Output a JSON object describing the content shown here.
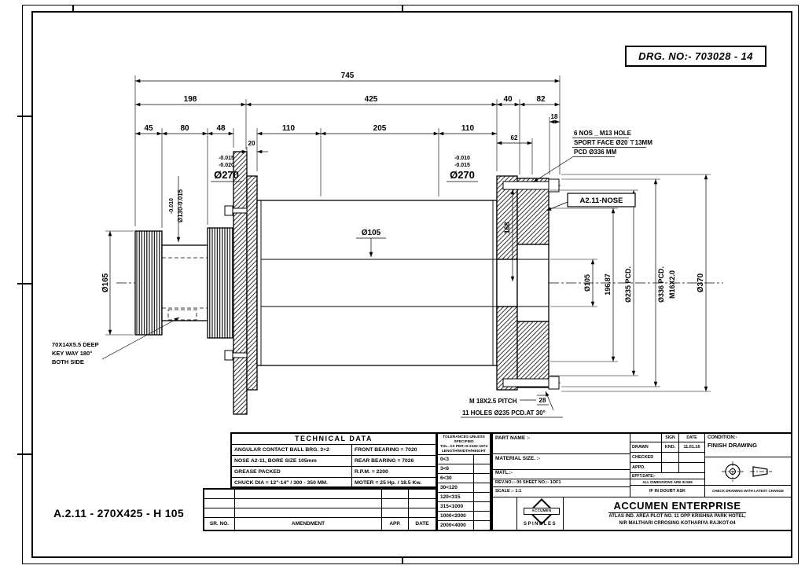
{
  "sheet": {
    "drg_no": "DRG. NO:- 703028 - 14",
    "part_code": "A.2.11 - 270X425 - H 105"
  },
  "dims": {
    "overall": "745",
    "seg198": "198",
    "seg425": "425",
    "seg40": "40",
    "seg82": "82",
    "d45": "45",
    "d80": "80",
    "d48": "48",
    "d20": "20",
    "d110a": "110",
    "d205": "205",
    "d110b": "110",
    "d62": "62",
    "d18": "18",
    "dia270a": "Ø270",
    "dia270a_tol1": "-0.015",
    "dia270a_tol2": "-0.020",
    "dia270b": "Ø270",
    "dia270b_tol1": "-0.010",
    "dia270b_tol2": "-0.015",
    "dia105_bore": "Ø105",
    "dia165": "Ø165",
    "dia130_tol": "-0.010",
    "dia130": "Ø130-0.015",
    "d168": "168",
    "dia105_right": "Ø105",
    "d196_87": "196.87",
    "dia235_pcd": "Ø235 PCD.",
    "dia336_pcd": "Ø336 PCD.",
    "m16": "M16X2.0",
    "dia370": "Ø370",
    "d28": "28"
  },
  "notes": {
    "m13_line1": "6 NOS _ M13 HOLE",
    "m13_line2": "SPORT FACE Ø20 ⊤13MM",
    "m13_line3": "PCD Ø336 MM",
    "nose_label": "A2.11-NOSE",
    "keyway_line1": "70X14X5.5 DEEP",
    "keyway_line2": "KEY WAY 180°",
    "keyway_line3": "BOTH SIDE",
    "pitch_note": "M 18X2.5 PITCH",
    "holes_note": "11 HOLES Ø235 PCD.AT 30°"
  },
  "technical_data": {
    "title": "TECHNICAL DATA",
    "left_rows": [
      "ANGULAR CONTACT BALL BRG. 3+2",
      "NOSE A2-11, BORE SIZE 105mm",
      "GREASE PACKED",
      "CHUCK DIA  = 12\"-14\" / 300 - 350 MM."
    ],
    "right_rows": [
      "FRONT  BEARING = 7020",
      "REAR  BEARING = 7026",
      "R.P.M. = 2200",
      "MOTER = 25 Hp. / 18.5 Kw."
    ]
  },
  "tolerance_table": {
    "header_line1": "TOLERANCES UNLESS SPECIFIED",
    "header_line2": "TOL. AS PER IS:2102-1974",
    "header_line3": "LENGTH/WIDTH/HEIGHT",
    "rows": [
      "0<3",
      "3<6",
      "6<30",
      "30<120",
      "120<315",
      "315<1000",
      "1000<2000",
      "2000<4000"
    ]
  },
  "title_block": {
    "part_name_label": "PART NAME :-",
    "material_size_label": "MATERIAL SIZE. :-",
    "matl_label": "MATL.:-",
    "rev_sheet": "REV.NO.:- 00  SHEET NO.:- 1OF1",
    "scale": "SCALE :- 1:1",
    "sign_header": "SIGN",
    "date_header": "DATE",
    "drawn_label": "DRAWN",
    "drawn_sign": "KND.",
    "drawn_date": "11.01.16",
    "checked_label": "CHECKED",
    "appd_label": "APPD.",
    "efft_date_label": "EFFT.DATE:-",
    "all_dims_note": "ALL DIMENSIONS ARE IN MM",
    "condition_label": "CONDITION:-",
    "condition_value": "FINISH DRAWING",
    "doubt_note": "IF IN DOUBT ASK",
    "check_note": "CHECK DRAWING WITH LATEST CHANGE",
    "company_name": "ACCUMEN ENTERPRISE",
    "address_line1": "ATLAS IND. AREA PLOT NO. 11 OPP KRISHNA PARK HOTEL,",
    "address_line2": "N/R MALTHARI CRROSING KOTHARIYA RAJKOT-04",
    "logo_text": "ACCUMEN",
    "logo_subtext": "SPINDLES"
  },
  "amendment_table": {
    "sr_no_header": "SR. NO.",
    "amendment_header": "AMENDMENT",
    "app_header": "APP.",
    "date_header": "DATE"
  }
}
